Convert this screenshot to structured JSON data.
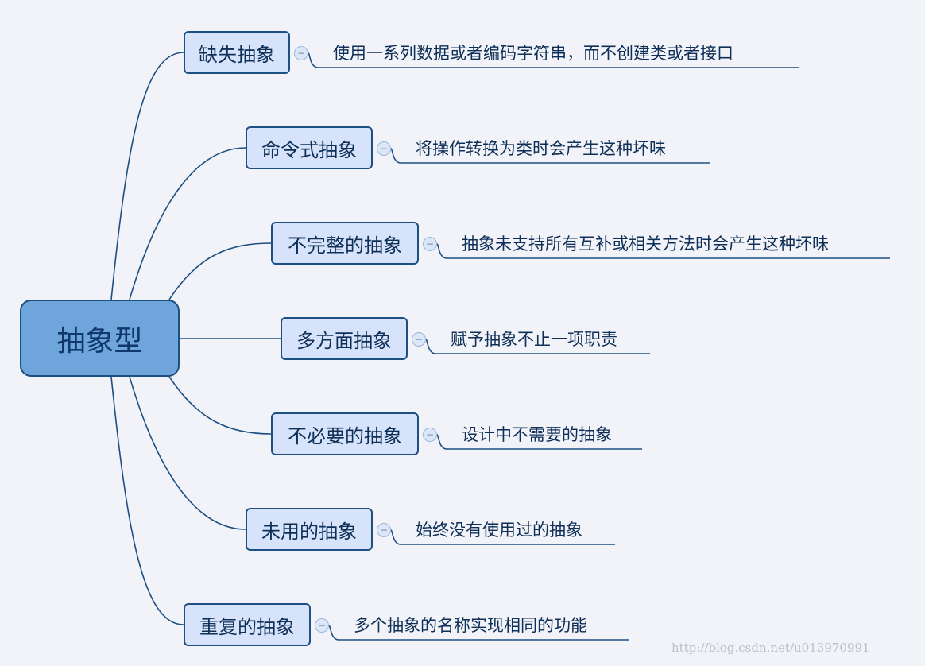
{
  "root": {
    "label": "抽象型"
  },
  "branches": [
    {
      "label": "缺失抽象",
      "description": "使用一系列数据或者编码字符串，而不创建类或者接口",
      "toggle": "−"
    },
    {
      "label": "命令式抽象",
      "description": "将操作转换为类时会产生这种坏味",
      "toggle": "−"
    },
    {
      "label": "不完整的抽象",
      "description": "抽象未支持所有互补或相关方法时会产生这种坏味",
      "toggle": "−"
    },
    {
      "label": "多方面抽象",
      "description": "赋予抽象不止一项职责",
      "toggle": "−"
    },
    {
      "label": "不必要的抽象",
      "description": "设计中不需要的抽象",
      "toggle": "−"
    },
    {
      "label": "未用的抽象",
      "description": "始终没有使用过的抽象",
      "toggle": "−"
    },
    {
      "label": "重复的抽象",
      "description": "多个抽象的名称实现相同的功能",
      "toggle": "−"
    }
  ],
  "watermark": "http://blog.csdn.net/u013970991",
  "colors": {
    "background": "#f2f3f9",
    "root_fill": "#6ea6dc",
    "node_fill": "#d7e3fa",
    "line": "#1d4f83",
    "text": "#0e2f57"
  }
}
